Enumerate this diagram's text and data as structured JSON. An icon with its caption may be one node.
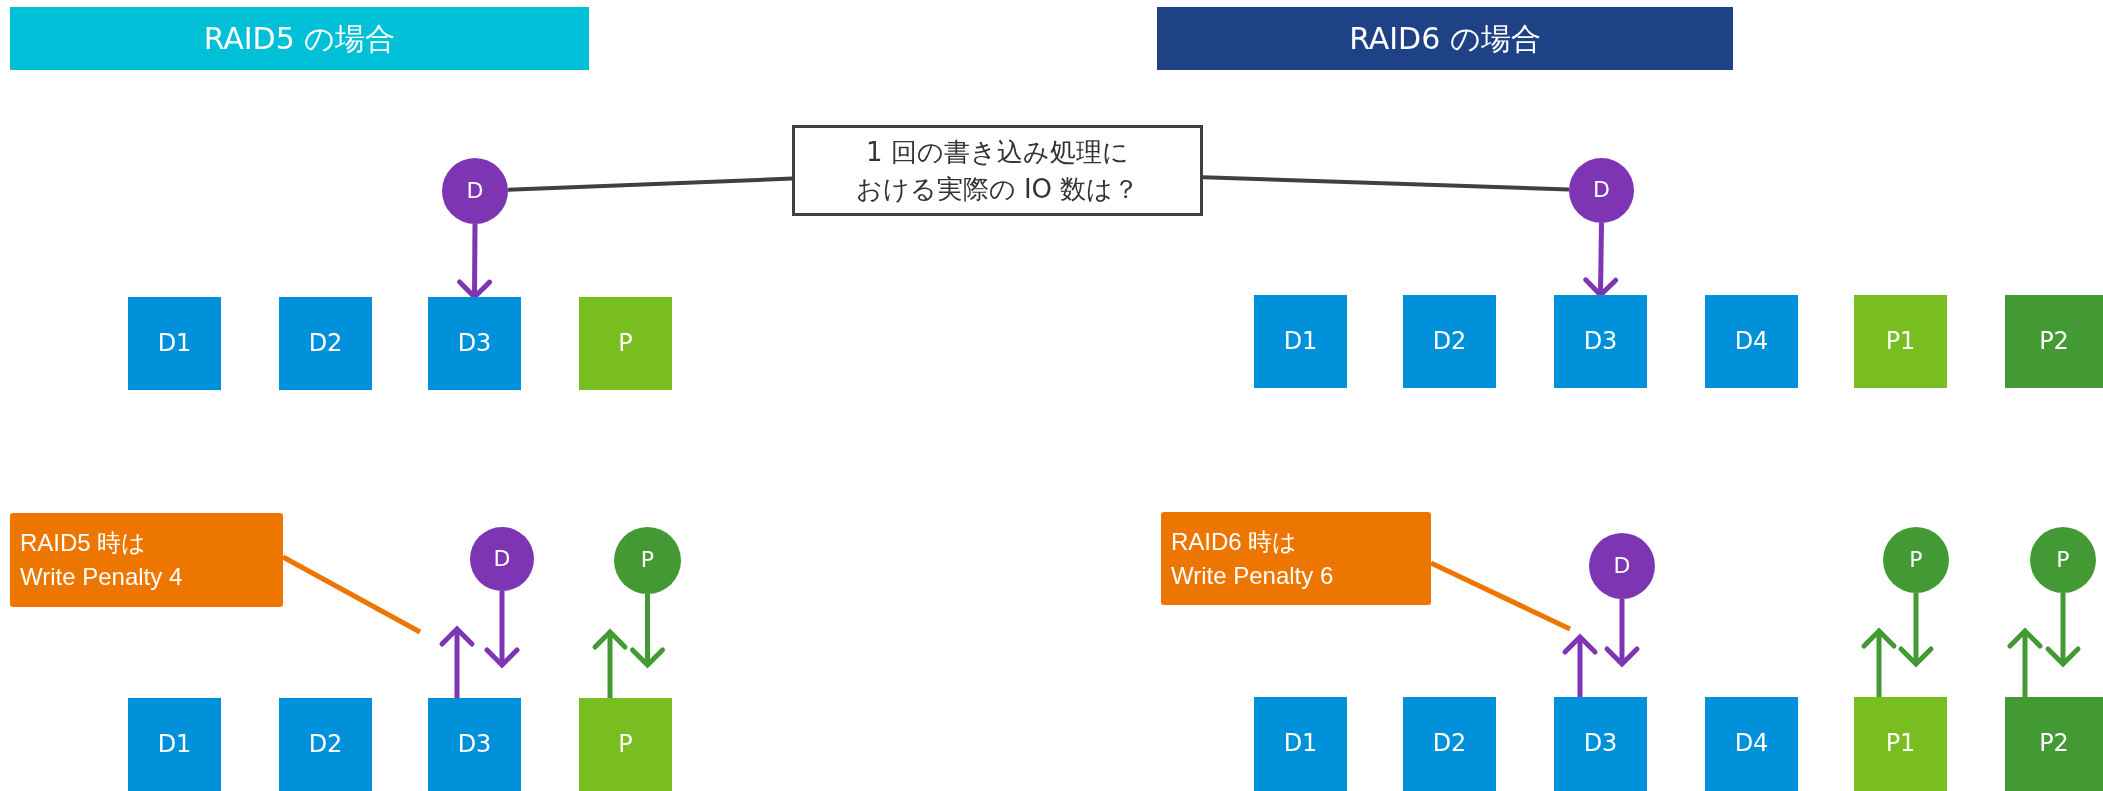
{
  "diagram": {
    "nodes": [
      {
        "text": [
          "RAID5 の場合"
        ]
      },
      {
        "text": [
          "RAID6 の場合"
        ]
      },
      {
        "text": [
          "1 回の書き込み処理における実際の IO 数は？"
        ]
      },
      {
        "text": [
          "D"
        ]
      },
      {
        "text": [
          "D"
        ]
      },
      {
        "text": [
          "D1"
        ]
      },
      {
        "text": [
          "D2"
        ]
      },
      {
        "text": [
          "D3"
        ]
      },
      {
        "text": [
          "P"
        ]
      },
      {
        "text": [
          "D1"
        ]
      },
      {
        "text": [
          "D2"
        ]
      },
      {
        "text": [
          "D3"
        ]
      },
      {
        "text": [
          "D4"
        ]
      },
      {
        "text": [
          "P1"
        ]
      },
      {
        "text": [
          "P2"
        ]
      },
      {
        "text": [
          "RAID5 時は Write Penalty 4"
        ]
      },
      {
        "text": [
          "D"
        ]
      },
      {
        "text": [
          "P"
        ]
      },
      {
        "text": [
          "RAID6 時は Write Penalty 6"
        ]
      },
      {
        "text": [
          "D"
        ]
      },
      {
        "text": [
          "P"
        ]
      },
      {
        "text": [
          "P"
        ]
      },
      {
        "text": [
          "D1"
        ]
      },
      {
        "text": [
          "D2"
        ]
      },
      {
        "text": [
          "D3"
        ]
      },
      {
        "text": [
          "P"
        ]
      },
      {
        "text": [
          "D1"
        ]
      },
      {
        "text": [
          "D2"
        ]
      },
      {
        "text": [
          "D3"
        ]
      },
      {
        "text": [
          "D4"
        ]
      },
      {
        "text": [
          "P1"
        ]
      },
      {
        "text": [
          "P2"
        ]
      }
    ],
    "edges": [
      {
        "from": 3,
        "to": 7,
        "arrow": "to",
        "color": "#7d35b3"
      },
      {
        "from": 4,
        "to": 11,
        "arrow": "to",
        "color": "#7d35b3"
      },
      {
        "from": 2,
        "to": 3,
        "arrow": "none",
        "color": "#404040"
      },
      {
        "from": 2,
        "to": 4,
        "arrow": "none",
        "color": "#404040"
      },
      {
        "from": 15,
        "to": null,
        "arrow": "none",
        "color": "#ed7600"
      },
      {
        "from": 24,
        "to": 16,
        "arrow": "to",
        "color": "#7d35b3"
      },
      {
        "from": 16,
        "to": 24,
        "arrow": "to",
        "color": "#7d35b3"
      },
      {
        "from": 25,
        "to": 17,
        "arrow": "to",
        "color": "#439a35"
      },
      {
        "from": 17,
        "to": 25,
        "arrow": "to",
        "color": "#439a35"
      },
      {
        "from": 18,
        "to": null,
        "arrow": "none",
        "color": "#ed7600"
      },
      {
        "from": 28,
        "to": 19,
        "arrow": "to",
        "color": "#7d35b3"
      },
      {
        "from": 19,
        "to": 28,
        "arrow": "to",
        "color": "#7d35b3"
      },
      {
        "from": 30,
        "to": 20,
        "arrow": "to",
        "color": "#439a35"
      },
      {
        "from": 20,
        "to": 30,
        "arrow": "to",
        "color": "#439a35"
      },
      {
        "from": 31,
        "to": 21,
        "arrow": "to",
        "color": "#439a35"
      },
      {
        "from": 21,
        "to": 31,
        "arrow": "to",
        "color": "#439a35"
      }
    ]
  }
}
